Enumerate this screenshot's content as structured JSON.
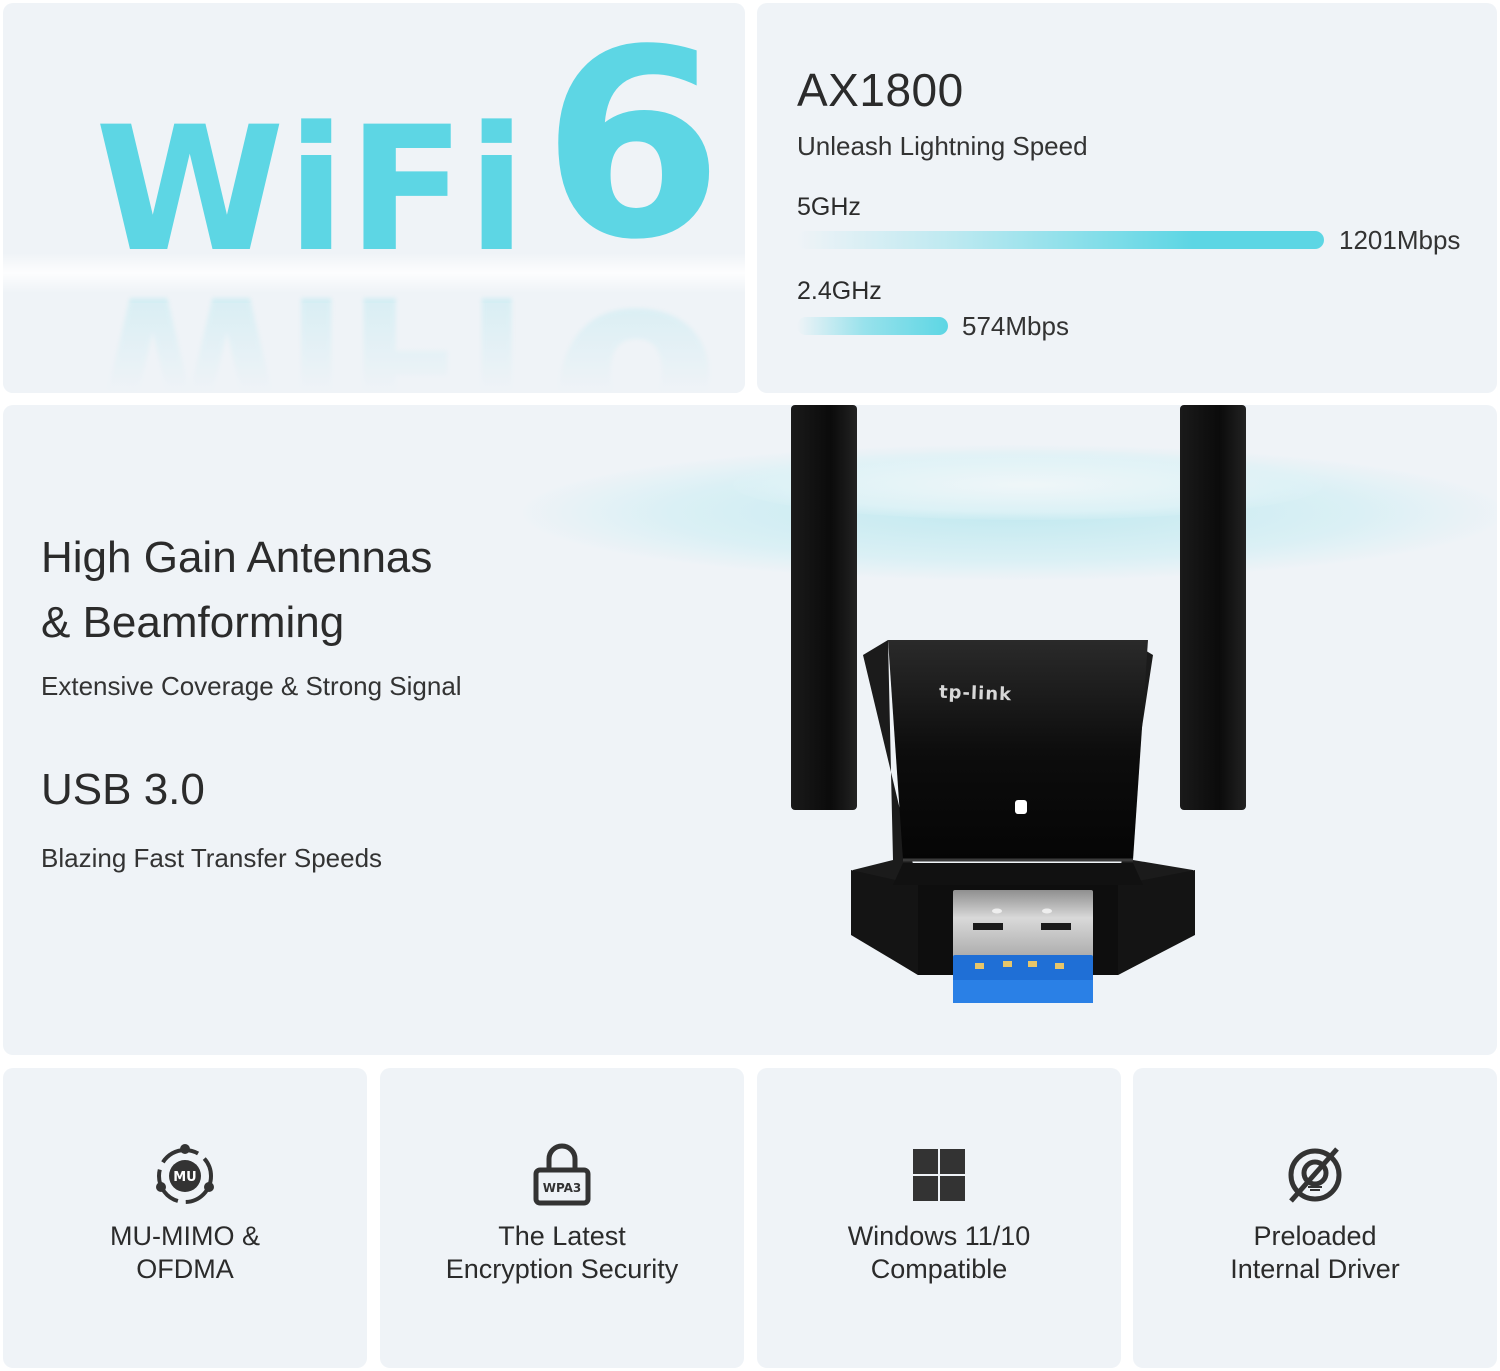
{
  "hero": {
    "wifi_word": "WiFi",
    "wifi_number": "6",
    "accent_color": "#5dd6e4"
  },
  "speed": {
    "title": "AX1800",
    "subtitle": "Unleash Lightning Speed",
    "bands": [
      {
        "label": "5GHz",
        "value": "1201Mbps"
      },
      {
        "label": "2.4GHz",
        "value": "574Mbps"
      }
    ]
  },
  "features": {
    "antennas_title_line1": "High Gain Antennas",
    "antennas_title_line2": "& Beamforming",
    "antennas_subtitle": "Extensive Coverage & Strong Signal",
    "usb_title": "USB 3.0",
    "usb_subtitle": "Blazing Fast Transfer Speeds"
  },
  "product": {
    "brand_logo": "tp-link",
    "usb_color": "#1f6fd6"
  },
  "tiles": [
    {
      "icon": "mu-mimo-icon",
      "badge": "MU",
      "line1": "MU-MIMO &",
      "line2": "OFDMA"
    },
    {
      "icon": "lock-icon",
      "badge": "WPA3",
      "line1": "The Latest",
      "line2": "Encryption Security"
    },
    {
      "icon": "windows-icon",
      "line1": "Windows 11/10",
      "line2": "Compatible"
    },
    {
      "icon": "no-driver-disc-icon",
      "line1": "Preloaded",
      "line2": "Internal Driver"
    }
  ]
}
